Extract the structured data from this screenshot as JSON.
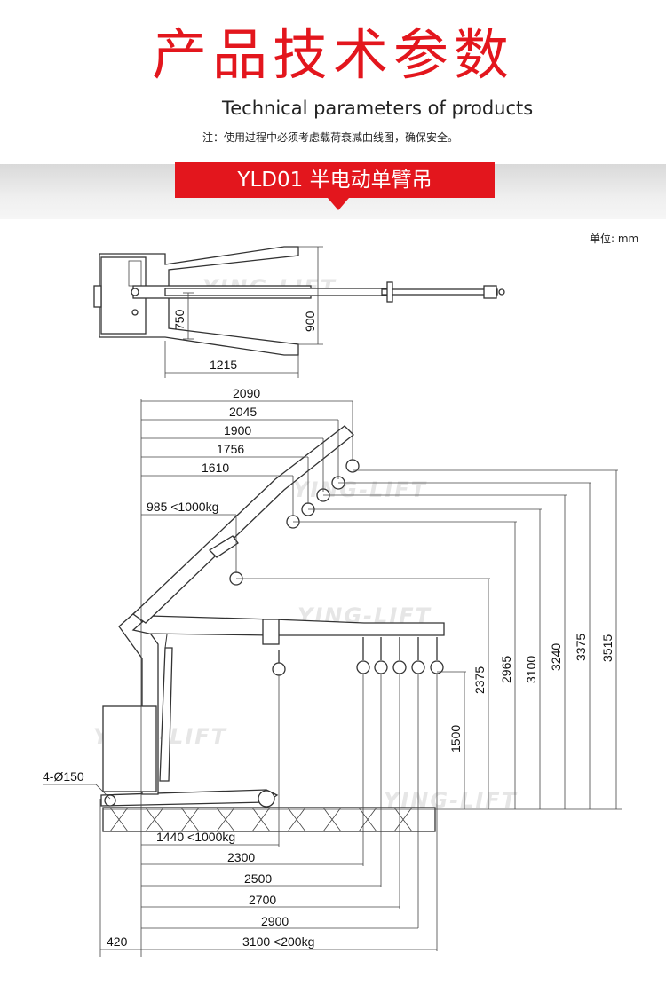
{
  "header": {
    "title_cn": "产品技术参数",
    "title_en": "Technical parameters of products",
    "note": "注：使用过程中必须考虑载荷衰减曲线图，确保安全。"
  },
  "model": {
    "label": "YLD01 半电动单臂吊"
  },
  "unit_label": "单位:  mm",
  "watermark": "YING-LIFT",
  "colors": {
    "accent": "#e3161d",
    "band": "#e5e5e5"
  },
  "top_view": {
    "d_750": "750",
    "d_900": "900",
    "d_1215": "1215"
  },
  "boom_reach": [
    "2090",
    "2045",
    "1900",
    "1756",
    "1610",
    "985 <1000kg"
  ],
  "heights": [
    "1500",
    "2375",
    "2965",
    "3100",
    "3240",
    "3375",
    "3515"
  ],
  "base_reach": [
    "1440 <1000kg",
    "2300",
    "2500",
    "2700",
    "2900",
    "3100 <200kg"
  ],
  "leg_offset": "420",
  "wheel_label": "4-Ø150"
}
